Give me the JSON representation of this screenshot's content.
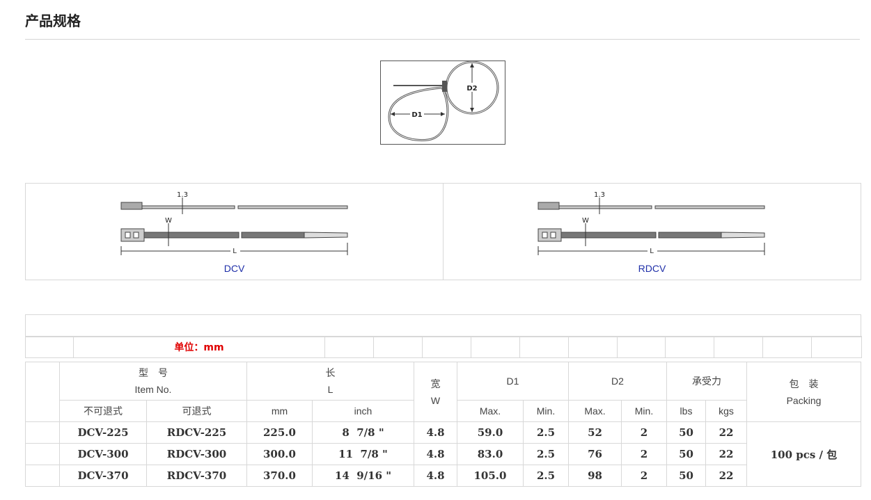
{
  "page": {
    "title": "产品规格"
  },
  "diagram": {
    "d1_label": "D1",
    "d2_label": "D2"
  },
  "ties": {
    "left_label": "DCV",
    "right_label": "RDCV",
    "thickness_label": "1.3",
    "width_label": "W",
    "length_label": "L"
  },
  "unit_text": "单位：mm",
  "table": {
    "header": {
      "model_cn": "型　号",
      "model_en": "Item No.",
      "length_cn": "长",
      "length_en": "L",
      "width_cn": "宽",
      "width_en": "W",
      "d1": "D1",
      "d2": "D2",
      "tensile": "承受力",
      "packing_cn": "包　装",
      "packing_en": "Packing",
      "non_release": "不可退式",
      "release": "可退式",
      "mm": "mm",
      "inch": "inch",
      "d1_max": "Max.",
      "d1_min": "Min.",
      "d2_max": "Max.",
      "d2_min": "Min.",
      "lbs": "lbs",
      "kgs": "kgs"
    },
    "rows": [
      {
        "non_release": "DCV-225",
        "release": "RDCV-225",
        "mm": "225.0",
        "inch": "8  7/8 \"",
        "w": "4.8",
        "d1_max": "59.0",
        "d1_min": "2.5",
        "d2_max": "52",
        "d2_min": "2",
        "lbs": "50",
        "kgs": "22"
      },
      {
        "non_release": "DCV-300",
        "release": "RDCV-300",
        "mm": "300.0",
        "inch": "11  7/8 \"",
        "w": "4.8",
        "d1_max": "83.0",
        "d1_min": "2.5",
        "d2_max": "76",
        "d2_min": "2",
        "lbs": "50",
        "kgs": "22"
      },
      {
        "non_release": "DCV-370",
        "release": "RDCV-370",
        "mm": "370.0",
        "inch": "14  9/16 \"",
        "w": "4.8",
        "d1_max": "105.0",
        "d1_min": "2.5",
        "d2_max": "98",
        "d2_min": "2",
        "lbs": "50",
        "kgs": "22"
      }
    ],
    "packing_value": "100 pcs / 包"
  }
}
